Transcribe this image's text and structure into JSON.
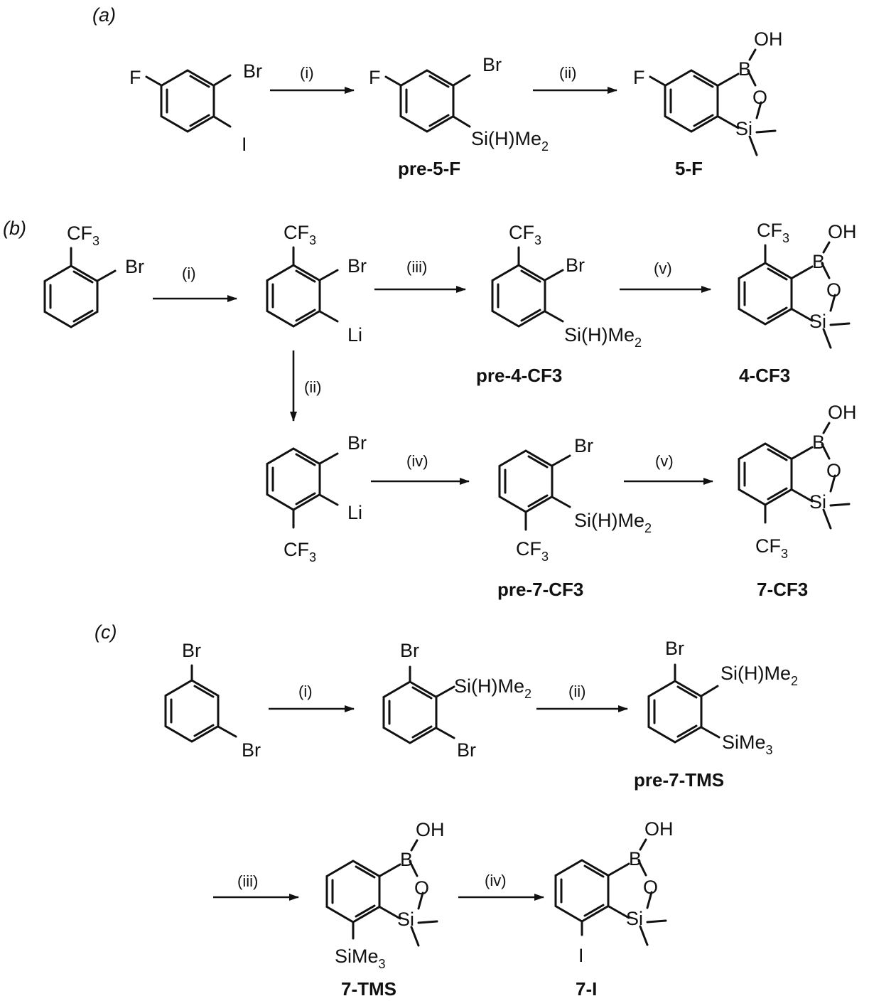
{
  "parts": {
    "a": {
      "label": "(a)",
      "step_labels": [
        "(i)",
        "(ii)"
      ],
      "compound_names": [
        "pre-5-F",
        "5-F"
      ]
    },
    "b": {
      "label": "(b)",
      "step_labels": [
        "(i)",
        "(ii)",
        "(iii)",
        "(iv)",
        "(v)",
        "(v)"
      ],
      "compound_names": [
        "pre-4-CF3",
        "4-CF3",
        "pre-7-CF3",
        "7-CF3"
      ]
    },
    "c": {
      "label": "(c)",
      "step_labels": [
        "(i)",
        "(ii)",
        "(iii)",
        "(iv)"
      ],
      "compound_names": [
        "pre-7-TMS",
        "7-TMS",
        "7-I"
      ]
    }
  },
  "atoms": {
    "F": "F",
    "Br": "Br",
    "I": "I",
    "Li": "Li",
    "O": "O",
    "OH": "OH",
    "B": "B",
    "Si": "Si",
    "Si_H_Me": "Si(H)Me",
    "SiMe": "SiMe",
    "CF": "CF",
    "sub2": "2",
    "sub3": "3"
  }
}
